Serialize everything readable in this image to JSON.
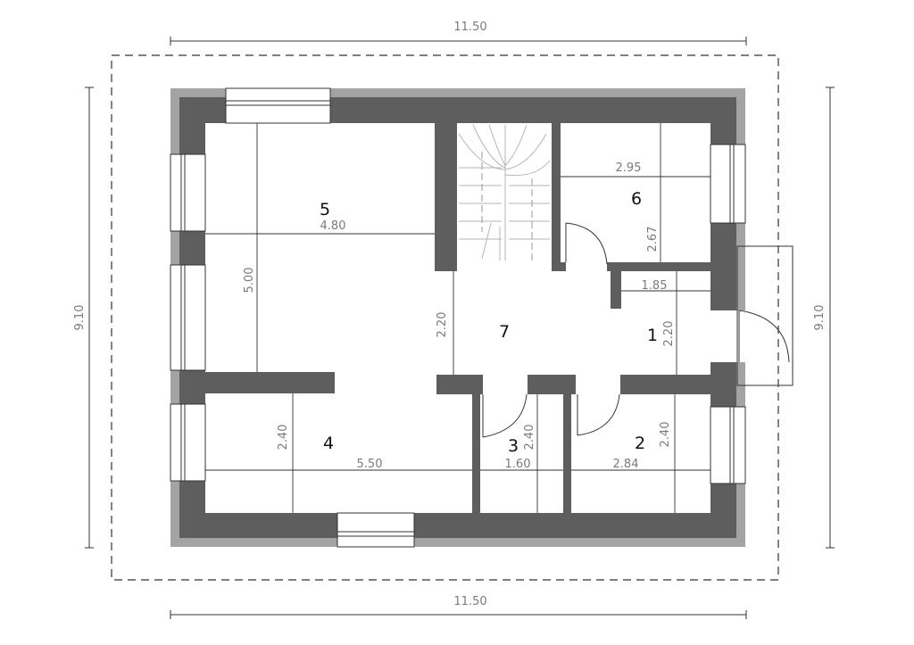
{
  "colors": {
    "wall_dark": "#5e5e5e",
    "wall_light": "#a3a3a3",
    "line": "#222222",
    "dim_text": "#7a7a7a",
    "room_text": "#111111"
  },
  "overall_dims": {
    "top": "11.50",
    "bottom": "11.50",
    "left": "9.10",
    "right": "9.10"
  },
  "rooms": {
    "r1": "1",
    "r2": "2",
    "r3": "3",
    "r4": "4",
    "r5": "5",
    "r6": "6",
    "r7": "7"
  },
  "dims": {
    "r5_width": "4.80",
    "r5_height": "5.00",
    "r6_width": "2.95",
    "r6_height": "2.67",
    "r7_height": "2.20",
    "r1_width": "1.85",
    "r1_height": "2.20",
    "r4_width": "5.50",
    "r4_height": "2.40",
    "r3_width": "1.60",
    "r3_height": "2.40",
    "r2_width": "2.84",
    "r2_height": "2.40"
  }
}
